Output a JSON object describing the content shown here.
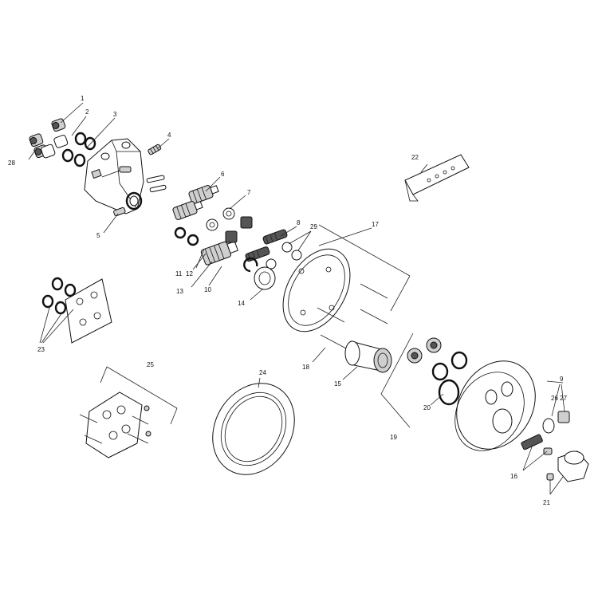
{
  "diagram": {
    "labels": {
      "l1": "1",
      "l2": "2",
      "l3": "3",
      "l4": "4",
      "l5": "5",
      "l6": "6",
      "l7": "7",
      "l8": "8",
      "l9": "9",
      "l10": "10",
      "l11": "11",
      "l12": "12",
      "l13": "13",
      "l14": "14",
      "l15": "15",
      "l16": "16",
      "l17": "17",
      "l18": "18",
      "l19": "19",
      "l20": "20",
      "l21": "21",
      "l22": "22",
      "l23": "23",
      "l24": "24",
      "l25": "25",
      "l26_27": "26 27",
      "l28": "28",
      "l29": "29"
    }
  }
}
